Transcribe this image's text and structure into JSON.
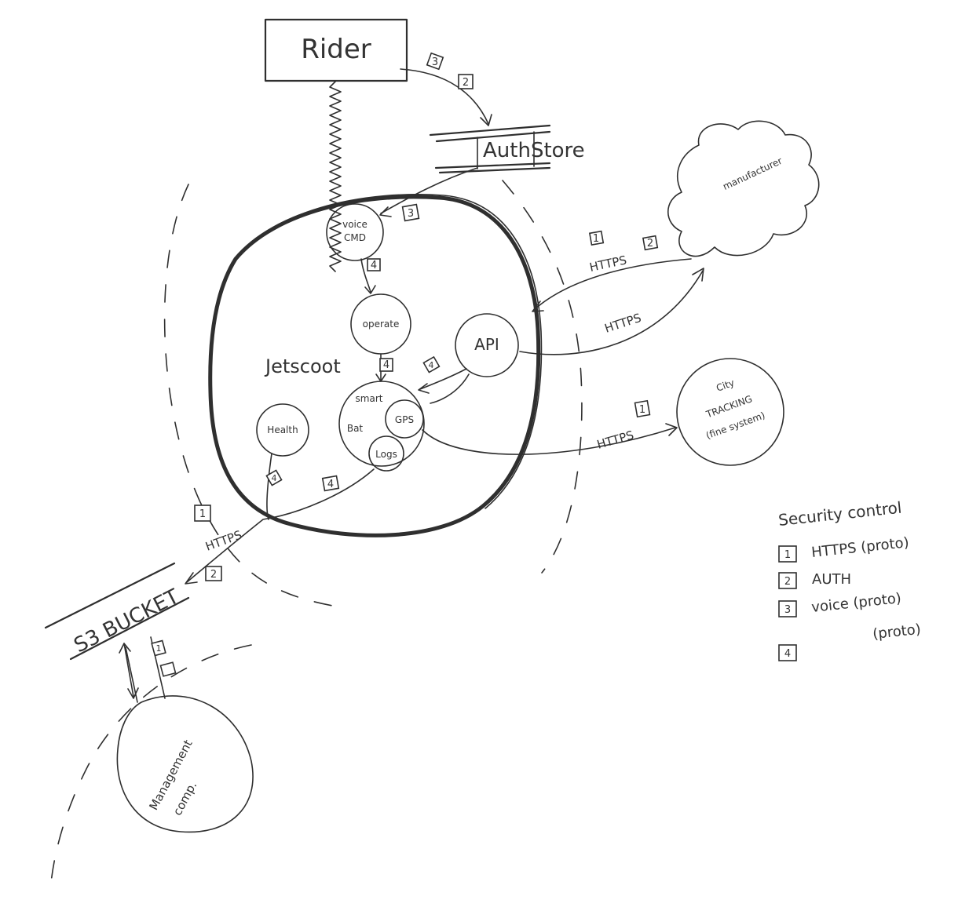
{
  "nodes": {
    "rider": "Rider",
    "auth_store": "AuthStore",
    "manufacturer": "manufacturer",
    "voice_cmd_1": "voice",
    "voice_cmd_2": "CMD",
    "operate": "operate",
    "api": "API",
    "jetscoot": "Jetscoot",
    "smart_bat_1": "smart",
    "smart_bat_2": "Bat",
    "gps": "GPS",
    "logs": "Logs",
    "health": "Health",
    "city_1": "City",
    "city_2": "TRACKING",
    "city_3": "(fine system)",
    "s3": "S3 BUCKET",
    "management_1": "Management",
    "management_2": "comp."
  },
  "edges": {
    "https_mfr_1": "HTTPS",
    "https_mfr_2": "HTTPS",
    "https_city": "HTTPS",
    "https_s3": "HTTPS"
  },
  "badges": {
    "rider_auth_3": "3",
    "rider_auth_2": "2",
    "auth_voice": "3",
    "voice_operate": "4",
    "operate_smart": "4",
    "api_smart": "4",
    "mfr_1": "1",
    "mfr_2": "2",
    "city": "1",
    "logs_s3": "4",
    "health_s3": "4",
    "s3_1": "1",
    "s3_2": "2",
    "s3_mgmt": "1"
  },
  "legend": {
    "title": "Security control",
    "items": [
      {
        "num": "1",
        "label": "HTTPS (proto)"
      },
      {
        "num": "2",
        "label": "AUTH"
      },
      {
        "num": "3",
        "label": "voice (proto)"
      },
      {
        "num": "4",
        "label": "(proto)"
      }
    ]
  }
}
